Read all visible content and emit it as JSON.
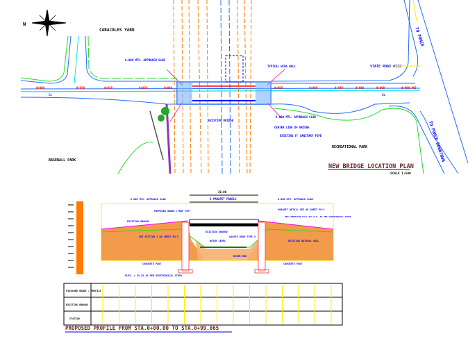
{
  "plan": {
    "title": "NEW BRIDGE LOCATION PLAN",
    "scale": "SCALE 1:500",
    "compass_label": "N",
    "labels": {
      "caracoles_yard": "CARACOLES YARD",
      "state_road": "STATE ROAD #132",
      "to_ponce": "TO PONCE",
      "to_ponce_downtown": "TO PONCE DOWNTOWN",
      "baseball_park": "BASEBALL PARK",
      "recreational_park": "RECREATIONAL PARK",
      "approach_slab_left": "6.000 MTS. APPROACH SLAB",
      "approach_slab_right": "6.000 MTS. APPROACH SLAB",
      "typical_wing_wall": "TYPICAL WING WALL",
      "existing_bridge": "EXISTING BRIDGE",
      "center_line": "CENTER LINE OF BRIDGE",
      "existing_sanitary": "EXISTING 8\" SANITARY PIPE"
    },
    "stations": [
      "0+000",
      "0+010",
      "0+020",
      "0+030",
      "0+040",
      "0+050",
      "0+060",
      "0+070",
      "0+080",
      "0+090",
      "0+099.865"
    ],
    "cl_marker": "CL"
  },
  "profile": {
    "span": "30.00",
    "parapet": "6 PARAPET PANELS",
    "approach_left": "6.000 MTS. APPROACH SLAB",
    "approach_right": "6.000 MTS. APPROACH SLAB",
    "proposed_grade": "PROPOSED GRADE (TRAP TOP)",
    "existing_ground_left": "EXISTING GROUND",
    "existing_ground_mid": "EXISTING GROUND",
    "see_section": "SEE SECTION 1 ON SHEET PU-3",
    "water_level": "WATER LEVEL",
    "beam": "AASHTO BEAM TYPE V",
    "river_bed": "RIVER BED",
    "parapet_detail": "PARAPET DETAIL SEE ON SHEET PU-3",
    "new_fill": "NEW COMPACTED FILL 98% M.P. AS PER GEOTECHNICAL STUDY",
    "natural_soil": "EXISTING NATURAL SOIL",
    "foot_left": "CONCRETE FOOT",
    "foot_right": "CONCRETE FOOT",
    "elev": "ELEV. = XX.XX AS PER GEOTECHNICAL STUDY"
  },
  "table": {
    "rows": [
      "FINISHED GRADE / PROFILE",
      "EXISTING GROUND",
      "STATION"
    ]
  },
  "footer": {
    "title": "PROPOSED PROFILE FROM STA.0+00.00 TO STA.0+99.865"
  },
  "colors": {
    "road": "#1e6bff",
    "grass": "#22dd22",
    "river": "#ff7a00",
    "centerline": "#00e5ee",
    "station": "#ff0000",
    "title": "#6b2a2a"
  }
}
